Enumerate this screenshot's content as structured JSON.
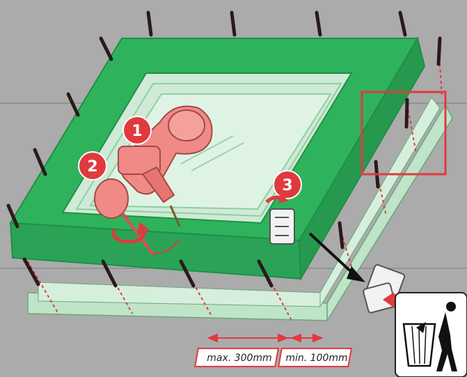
{
  "steps": [
    {
      "number": "1",
      "tool": "cordless-drill"
    },
    {
      "number": "2",
      "tool": "screwdriver"
    },
    {
      "number": "3",
      "tool": "mounting-bracket-removal"
    }
  ],
  "dimensions": {
    "max_spacing": "max. 300mm",
    "min_edge": "min. 100mm"
  },
  "icons": [
    "drill-icon",
    "screwdriver-icon",
    "rotation-arrow-icon",
    "bracket-icon",
    "recycle-bin-icon",
    "zoom-highlight-icon"
  ],
  "colors": {
    "frame_green": "#2eb35c",
    "frame_dark": "#1f8f45",
    "glass": "#cfead7",
    "roof": "#ababab",
    "accent_red": "#e03a3e",
    "tool_red": "#f08a86",
    "screw": "#2a1a1a"
  }
}
